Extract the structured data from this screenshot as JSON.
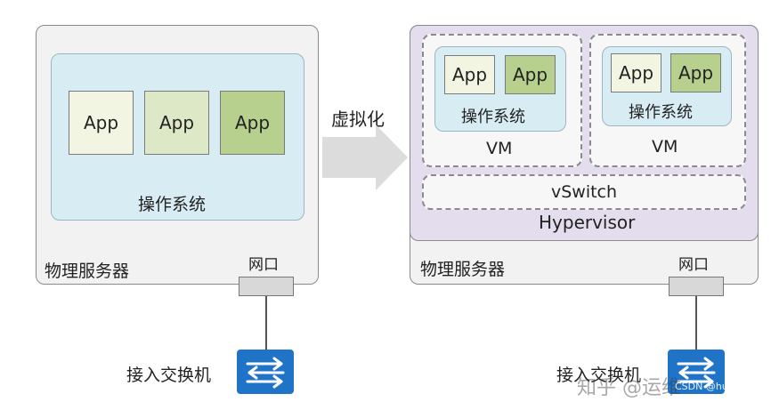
{
  "left": {
    "apps": [
      "App",
      "App",
      "App"
    ],
    "os": "操作系统",
    "server": "物理服务器",
    "port": "网口",
    "switch": "接入交换机"
  },
  "arrow_label": "虚拟化",
  "right": {
    "vm1": {
      "apps": [
        "App",
        "App"
      ],
      "os": "操作系统",
      "label": "VM"
    },
    "vm2": {
      "apps": [
        "App",
        "App"
      ],
      "os": "操作系统",
      "label": "VM"
    },
    "vswitch": "vSwitch",
    "hypervisor": "Hypervisor",
    "server": "物理服务器",
    "port": "网口",
    "switch": "接入交换机"
  },
  "watermark": "知乎 @运维",
  "watermark_small": "CSDN @huajiu",
  "colors": {
    "server_bg": "#f2f2f2",
    "os_bg": "#d7ecf3",
    "hypervisor_bg": "#e3dded",
    "app_light": "#f2f5e2",
    "app_mid": "#dde8c6",
    "app_dark": "#b7d08e",
    "switch_blue": "#1f74c8"
  }
}
